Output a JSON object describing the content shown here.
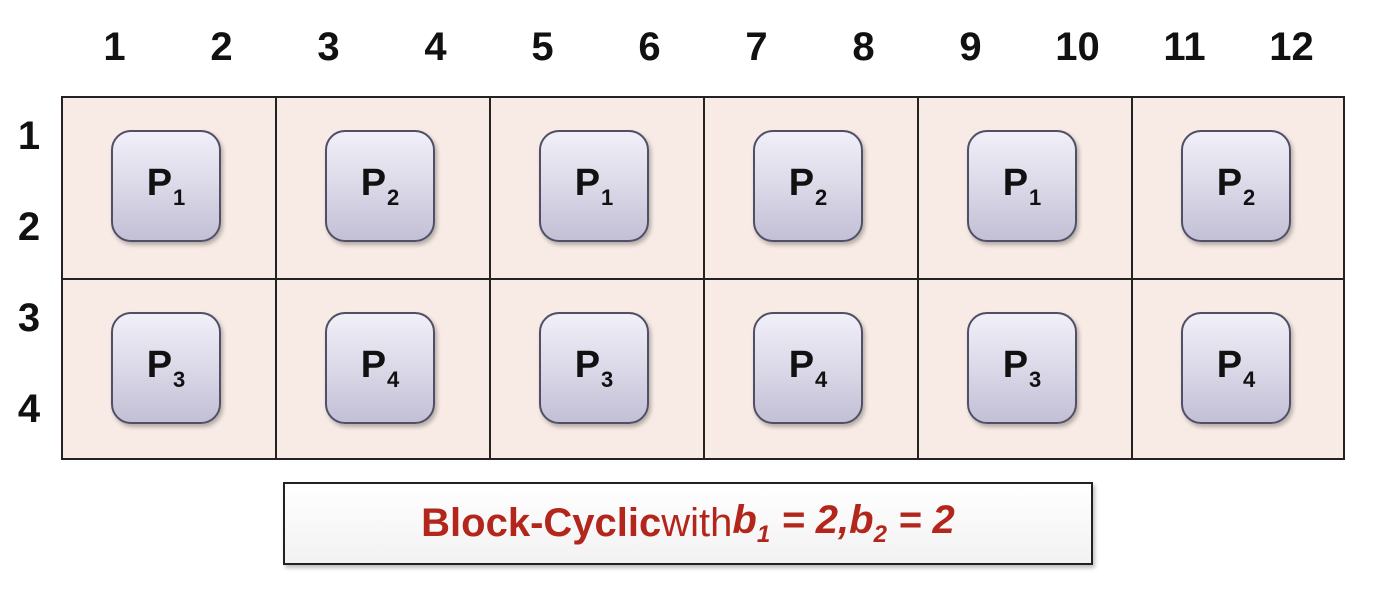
{
  "column_labels": [
    "1",
    "2",
    "3",
    "4",
    "5",
    "6",
    "7",
    "8",
    "9",
    "10",
    "11",
    "12"
  ],
  "row_labels": [
    "1",
    "2",
    "3",
    "4"
  ],
  "blocks": [
    [
      {
        "letter": "P",
        "sub": "1"
      },
      {
        "letter": "P",
        "sub": "2"
      },
      {
        "letter": "P",
        "sub": "1"
      },
      {
        "letter": "P",
        "sub": "2"
      },
      {
        "letter": "P",
        "sub": "1"
      },
      {
        "letter": "P",
        "sub": "2"
      }
    ],
    [
      {
        "letter": "P",
        "sub": "3"
      },
      {
        "letter": "P",
        "sub": "4"
      },
      {
        "letter": "P",
        "sub": "3"
      },
      {
        "letter": "P",
        "sub": "4"
      },
      {
        "letter": "P",
        "sub": "3"
      },
      {
        "letter": "P",
        "sub": "4"
      }
    ]
  ],
  "caption": {
    "strong": "Block-Cyclic",
    "plain": " with ",
    "b1_var": "b",
    "b1_sub": "1",
    "b1_rest": " = 2, ",
    "b2_var": "b",
    "b2_sub": "2",
    "b2_rest": " = 2"
  },
  "colors": {
    "cell_background": "#f8ebe6",
    "processor_fill": "#dedbea",
    "caption_text": "#b2261c",
    "grid_lines": "#222222"
  }
}
